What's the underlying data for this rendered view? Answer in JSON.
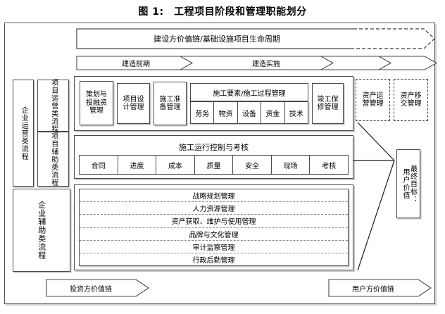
{
  "figure": {
    "title": "图 1:　工程项目阶段和管理职能划分"
  },
  "lifecycle": {
    "banner_label": "建设方价值链/基础设施项目生命周期",
    "phases": [
      {
        "label": "建造前期"
      },
      {
        "label": "建造实施"
      },
      {
        "label": ""
      },
      {
        "label": ""
      }
    ]
  },
  "sidebar": {
    "enterprise_operation": "企业运营类流程",
    "enterprise_support": "企业辅助类流程",
    "project_operation": "项目运营类流程",
    "project_support": "项目辅助类流程"
  },
  "project_operation_row": {
    "boxes": [
      {
        "label": "策划与\n投融资\n管理"
      },
      {
        "label": "项目设\n计管理"
      },
      {
        "label": "施工准\n备管理"
      }
    ],
    "construction_group": {
      "title": "施工要素/施工过程管理",
      "items": [
        "劳务",
        "物资",
        "设备",
        "资金",
        "技术"
      ]
    },
    "warranty": {
      "label": "竣工保\n修管理"
    },
    "dashed_boxes": [
      {
        "label": "资产运\n营管理"
      },
      {
        "label": "资产移\n交管理"
      }
    ]
  },
  "control_group": {
    "title": "施工运行控制与考核",
    "items": [
      "合同",
      "进度",
      "成本",
      "质量",
      "安全",
      "现场",
      "考核"
    ]
  },
  "support_processes": {
    "items": [
      "战略规划管理",
      "人力资源管理",
      "资产获取、维护与使用管理",
      "品牌与文化管理",
      "审计监察管理",
      "行政后勤管理"
    ]
  },
  "goal": {
    "label": "最终目标：\n用户价值"
  },
  "value_chains": {
    "investor": "投资方价值链",
    "user": "用户方价值链"
  },
  "colors": {
    "line": "#4a4a4a",
    "shadow": "#c8c8c8",
    "dash": "#3a3a3a",
    "background": "#ffffff"
  }
}
